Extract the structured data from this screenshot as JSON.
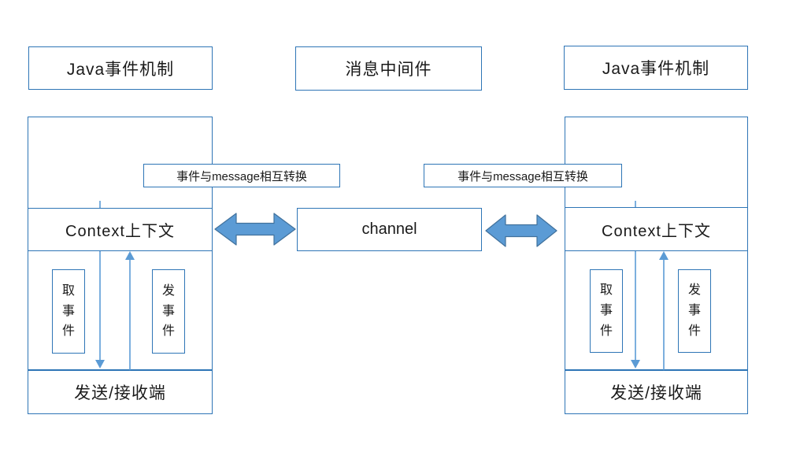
{
  "diagram": {
    "top_row": {
      "left_title": "Java事件机制",
      "middle_title": "消息中间件",
      "right_title": "Java事件机制"
    },
    "converters": {
      "left_label": "事件与message相互转换",
      "right_label": "事件与message相互转换"
    },
    "channel_label": "channel",
    "left_system": {
      "context_label": "Context上下文",
      "fetch_event_label": "取事件",
      "send_event_label": "发事件",
      "endpoint_label": "发送/接收端"
    },
    "right_system": {
      "context_label": "Context上下文",
      "fetch_event_label": "取事件",
      "send_event_label": "发事件",
      "endpoint_label": "发送/接收端"
    },
    "colors": {
      "box_border": "#2E75B6",
      "thick_arrow_fill": "#5B9BD5",
      "thick_arrow_border": "#41719C",
      "thin_arrow": "#5B9BD5",
      "text": "#1a1a1a",
      "background": "#FFFFFF"
    }
  }
}
